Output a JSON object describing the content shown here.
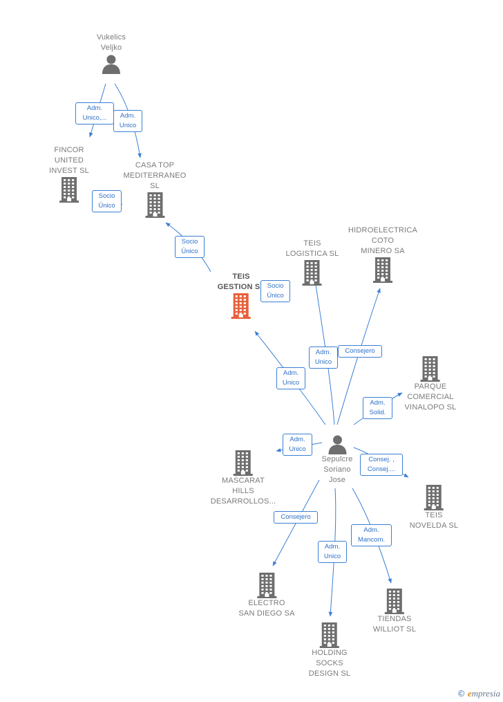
{
  "colors": {
    "edge": "#3a7fd5",
    "building": "#6e6e6e",
    "building_highlight": "#e8603a",
    "person": "#6e6e6e"
  },
  "nodes": [
    {
      "id": "vukelics",
      "type": "person",
      "label": "Vukelics\nVeljko"
    },
    {
      "id": "fincor",
      "type": "company",
      "label": "FINCOR\nUNITED\nINVEST  SL"
    },
    {
      "id": "casatop",
      "type": "company",
      "label": "CASA TOP\nMEDITERRANEO\nSL"
    },
    {
      "id": "teisgestion",
      "type": "company",
      "label": "TEIS\nGESTION  SL",
      "highlight": true
    },
    {
      "id": "teislogistica",
      "type": "company",
      "label": "TEIS\nLOGISTICA  SL"
    },
    {
      "id": "hidroelectrica",
      "type": "company",
      "label": "HIDROELECTRICA\nCOTO\nMINERO SA"
    },
    {
      "id": "parque",
      "type": "company",
      "label": "PARQUE\nCOMERCIAL\nVINALOPO  SL"
    },
    {
      "id": "sepulcre",
      "type": "person",
      "label": "Sepulcre\nSoriano\nJose"
    },
    {
      "id": "mascarat",
      "type": "company",
      "label": "MASCARAT\nHILLS\nDESARROLLOS..."
    },
    {
      "id": "teisnovelda",
      "type": "company",
      "label": "TEIS\nNOVELDA  SL"
    },
    {
      "id": "electro",
      "type": "company",
      "label": "ELECTRO\nSAN DIEGO SA"
    },
    {
      "id": "tiendas",
      "type": "company",
      "label": "TIENDAS\nWILLIOT  SL"
    },
    {
      "id": "holding",
      "type": "company",
      "label": "HOLDING\nSOCKS\nDESIGN  SL"
    }
  ],
  "edges": [
    {
      "id": "e1",
      "from": "vukelics",
      "to": "fincor",
      "label": "Adm.\nUnico,..."
    },
    {
      "id": "e2",
      "from": "vukelics",
      "to": "casatop",
      "label": "Adm.\nUnico"
    },
    {
      "id": "e3",
      "from": "fincor",
      "to": "casatop",
      "label": "Socio\nÚnico"
    },
    {
      "id": "e4",
      "from": "teisgestion",
      "to": "casatop",
      "label": "Socio\nÚnico"
    },
    {
      "id": "e5",
      "from": "teisgestion",
      "to": "teisgestion",
      "label": "Socio\nÚnico"
    },
    {
      "id": "e6",
      "from": "sepulcre",
      "to": "teisgestion",
      "label": "Adm.\nUnico"
    },
    {
      "id": "e7",
      "from": "sepulcre",
      "to": "teislogistica",
      "label": "Adm.\nUnico"
    },
    {
      "id": "e8",
      "from": "sepulcre",
      "to": "hidroelectrica",
      "label": "Consejero"
    },
    {
      "id": "e9",
      "from": "sepulcre",
      "to": "parque",
      "label": "Adm.\nSolid."
    },
    {
      "id": "e10",
      "from": "sepulcre",
      "to": "mascarat",
      "label": "Adm.\nUnico"
    },
    {
      "id": "e11",
      "from": "sepulcre",
      "to": "teisnovelda",
      "label": "Consej. ,\nConsej...."
    },
    {
      "id": "e12",
      "from": "sepulcre",
      "to": "electro",
      "label": "Consejero"
    },
    {
      "id": "e13",
      "from": "sepulcre",
      "to": "holding",
      "label": "Adm.\nUnico"
    },
    {
      "id": "e14",
      "from": "sepulcre",
      "to": "tiendas",
      "label": "Adm.\nMancom."
    }
  ],
  "brand": {
    "symbol": "©",
    "initial": "e",
    "rest": "mpresia"
  }
}
